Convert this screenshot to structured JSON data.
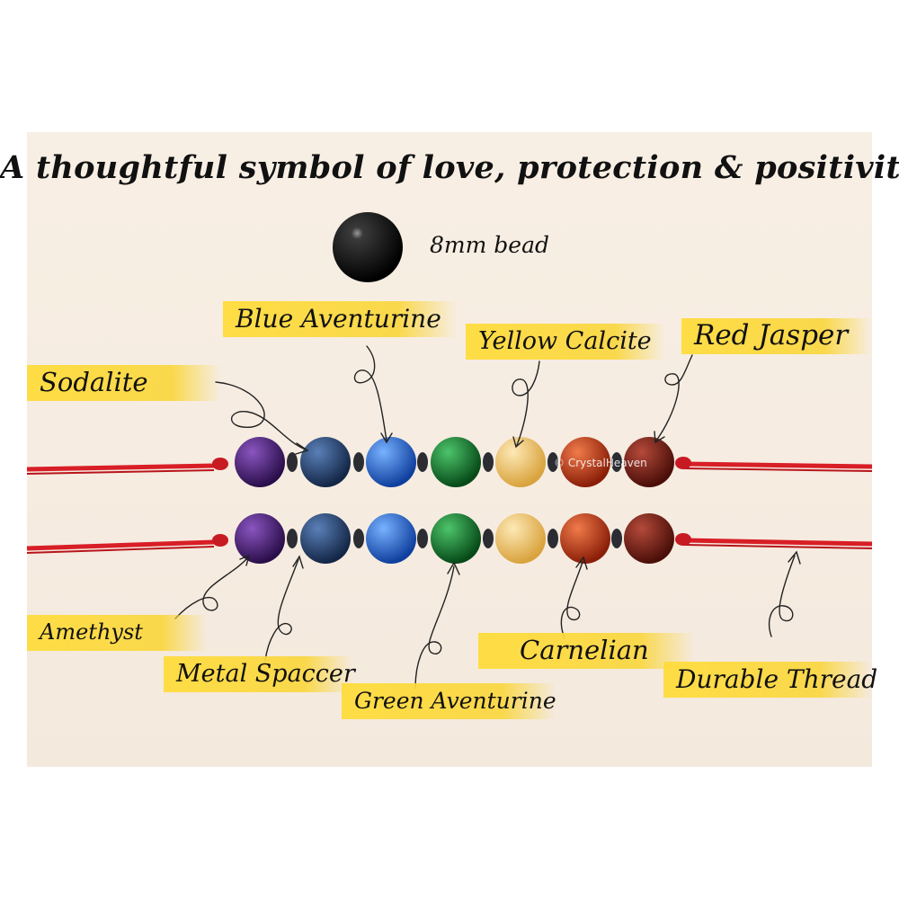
{
  "title": "A thoughtful symbol of love, protection & positivity",
  "bead_size": "8mm bead",
  "watermark": "© CrystalHeaven",
  "labels": {
    "sodalite": "Sodalite",
    "blue_aventurine": "Blue Aventurine",
    "yellow_calcite": "Yellow Calcite",
    "red_jasper": "Red Jasper",
    "amethyst": "Amethyst",
    "metal_spacer": "Metal Spaccer",
    "green_aventurine": "Green Aventurine",
    "carnelian": "Carnelian",
    "durable_thread": "Durable Thread"
  },
  "colors": {
    "thread": "#d81e26",
    "highlight": "#f7d23a",
    "amethyst": "#3e1868",
    "sodalite": "#1f3c6b",
    "blue_aventurine": "#1f66d6",
    "green_aventurine": "#0f7a2a",
    "yellow_calcite": "#f2c468",
    "carnelian": "#c93a16",
    "red_jasper": "#7a1e14",
    "spacer": "#2b2d33",
    "onyx": "#0a0a0a"
  }
}
